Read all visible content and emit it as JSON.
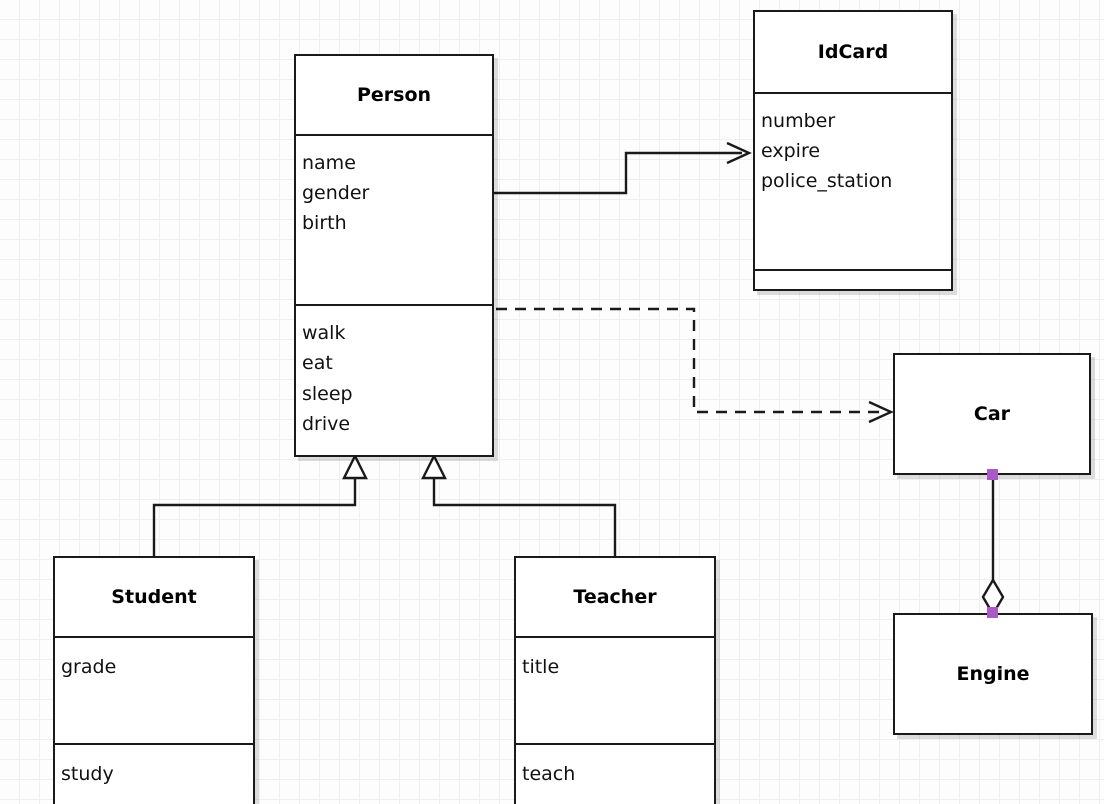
{
  "diagram": {
    "kind": "uml-class-diagram",
    "background_color": "#fdfdfd",
    "grid_color": "#efefef",
    "line_color": "#1a1a1a",
    "endpoint_color": "#a95bc4"
  },
  "classes": {
    "person": {
      "name": "Person",
      "attributes": [
        "name",
        "gender",
        "birth"
      ],
      "methods": [
        "walk",
        "eat",
        "sleep",
        "drive"
      ]
    },
    "idcard": {
      "name": "IdCard",
      "attributes": [
        "number",
        "expire",
        "police_station"
      ],
      "methods": []
    },
    "student": {
      "name": "Student",
      "attributes": [
        "grade"
      ],
      "methods": [
        "study"
      ]
    },
    "teacher": {
      "name": "Teacher",
      "attributes": [
        "title"
      ],
      "methods": [
        "teach"
      ]
    },
    "car": {
      "name": "Car",
      "attributes": [],
      "methods": []
    },
    "engine": {
      "name": "Engine",
      "attributes": [],
      "methods": []
    }
  },
  "relationships": [
    {
      "id": "person-idcard",
      "type": "association",
      "from": "Person",
      "to": "IdCard",
      "style": "solid",
      "head": "open-arrow"
    },
    {
      "id": "person-car",
      "type": "dependency",
      "from": "Person",
      "to": "Car",
      "style": "dashed",
      "head": "open-arrow"
    },
    {
      "id": "student-person",
      "type": "generalization",
      "from": "Student",
      "to": "Person",
      "style": "solid",
      "head": "hollow-triangle"
    },
    {
      "id": "teacher-person",
      "type": "generalization",
      "from": "Teacher",
      "to": "Person",
      "style": "solid",
      "head": "hollow-triangle"
    },
    {
      "id": "car-engine",
      "type": "aggregation",
      "from": "Car",
      "to": "Engine",
      "style": "solid",
      "head": "hollow-diamond"
    }
  ]
}
